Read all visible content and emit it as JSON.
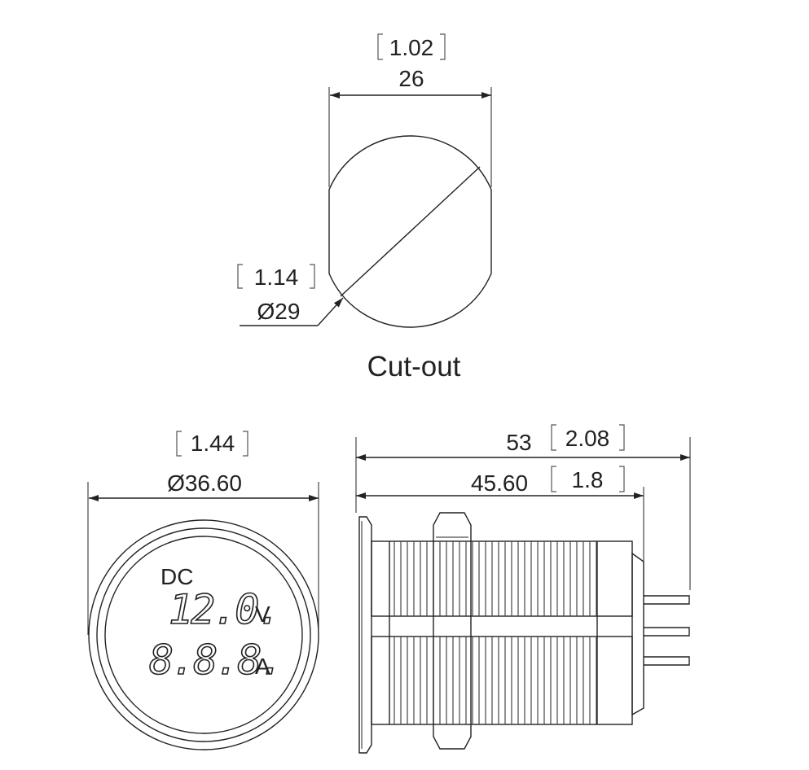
{
  "cutout": {
    "width_inch": "1.02",
    "width_mm": "26",
    "diameter_inch": "1.14",
    "diameter_mm": "Ø29",
    "caption": "Cut-out"
  },
  "front": {
    "diameter_inch": "1.44",
    "diameter_mm": "Ø36.60",
    "display_dc": "DC",
    "display_voltage": "12.0.",
    "display_voltage_unit": "V",
    "display_current": "8.8.8.",
    "display_current_unit": "A"
  },
  "side": {
    "overall_mm": "53",
    "overall_inch": "2.08",
    "body_mm": "45.60",
    "body_inch": "1.8"
  }
}
